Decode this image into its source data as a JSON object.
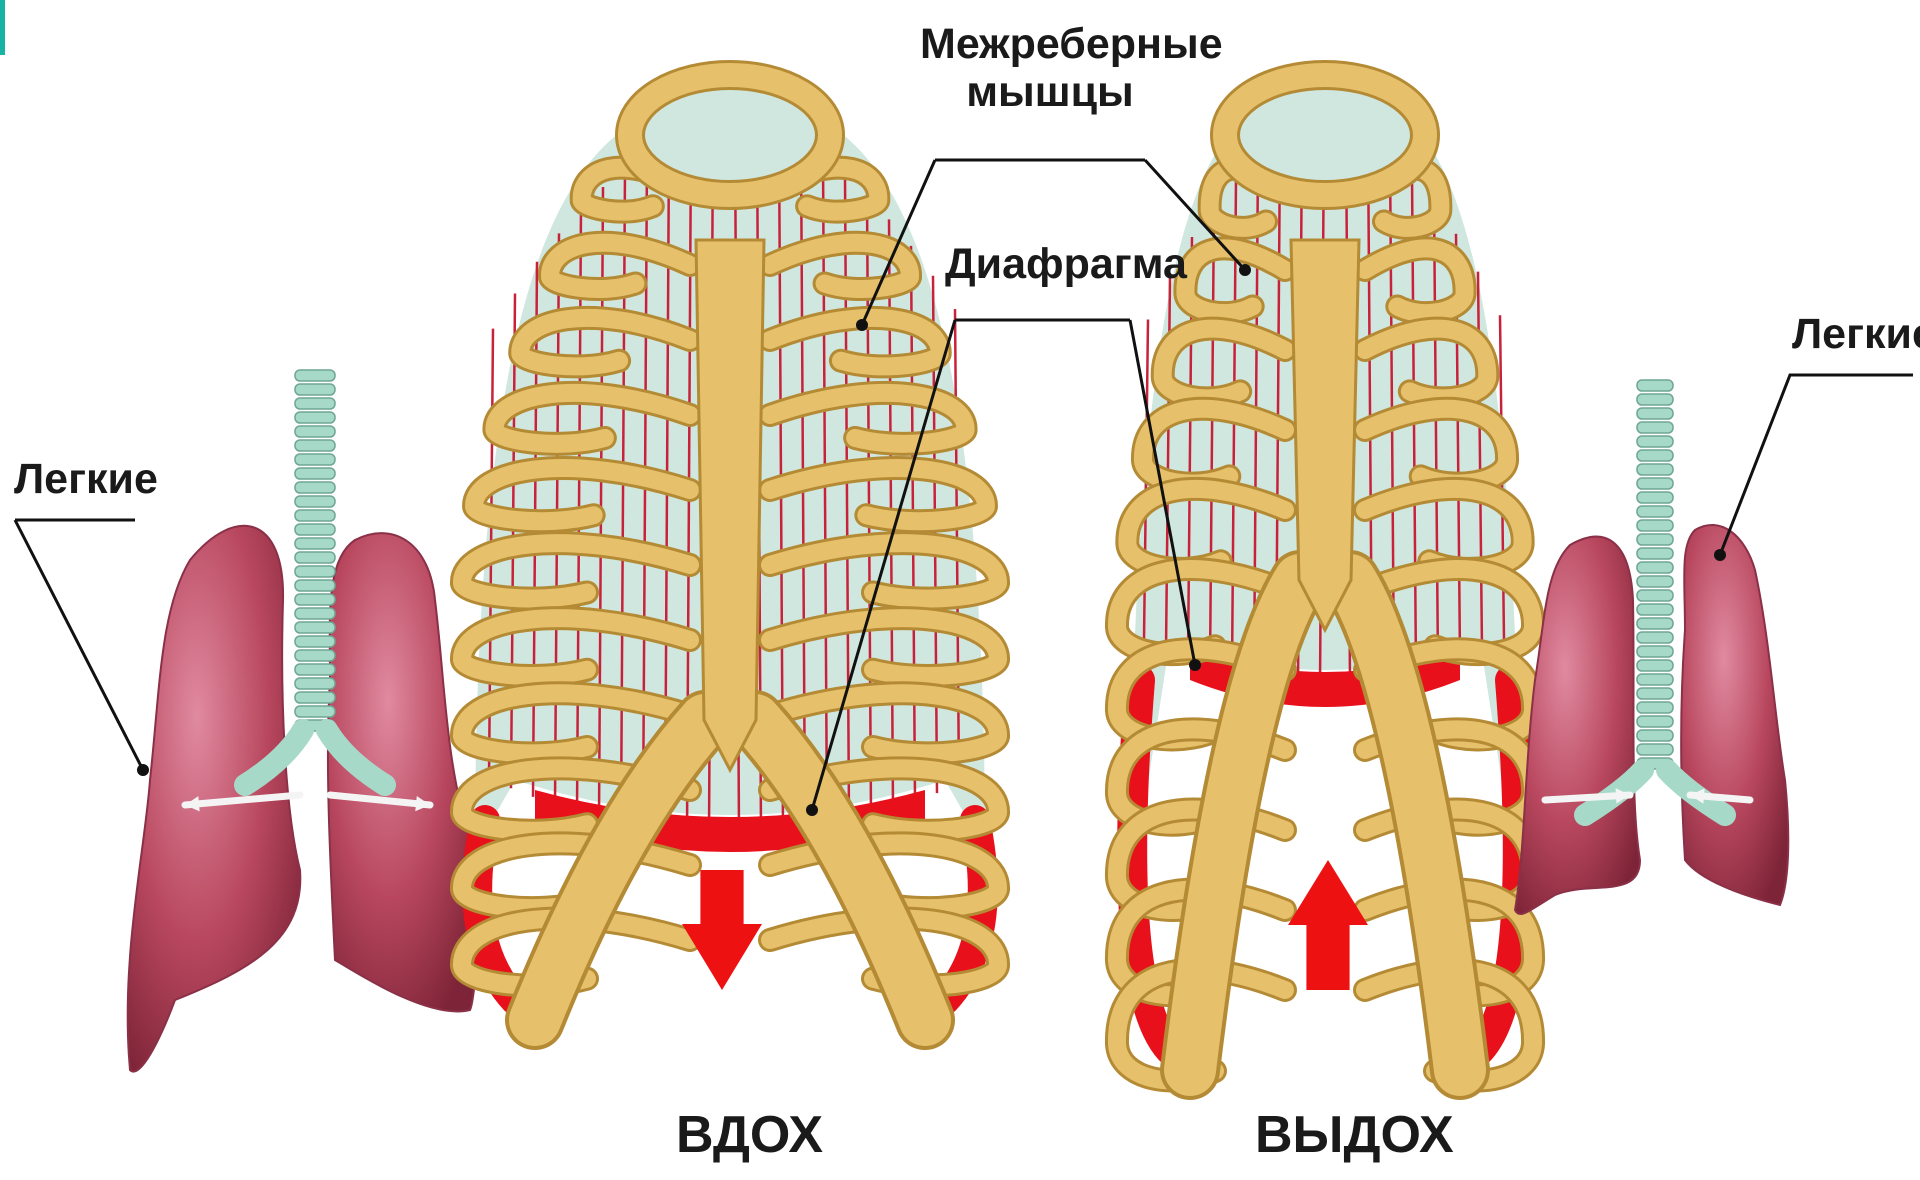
{
  "labels": {
    "lungs_left": "Легкие",
    "lungs_right": "Легкие",
    "intercostal_line1": "Межреберные",
    "intercostal_line2": "мышцы",
    "diaphragm": "Диафрагма",
    "inhale": "ВДОХ",
    "exhale": "ВЫДОХ"
  },
  "colors": {
    "bone": "#e6c06a",
    "bone_edge": "#b48a35",
    "muscle_bg": "#cfe7df",
    "muscle_line": "#c8223a",
    "diaphragm": "#e8101a",
    "lung": "#b8475e",
    "trachea": "#a6d9c8",
    "arrow": "#ee1111",
    "corner_accent": "#17b3a3"
  },
  "icons": [
    "down-arrow-icon",
    "up-arrow-icon",
    "double-arrow-icon"
  ]
}
